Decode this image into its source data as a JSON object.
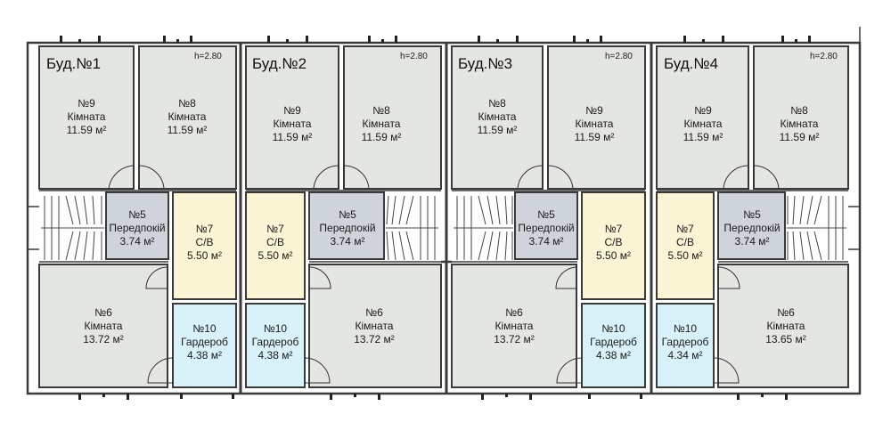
{
  "ceiling_label": "h=2.80",
  "colors": {
    "room_fill": "#e3e6e1",
    "bath_fill": "#fbf5d6",
    "wardrobe_fill": "#d9f1f8",
    "hall_fill": "#cfd4da",
    "wall": "#3a3a3a"
  },
  "buildings": [
    {
      "name": "Буд.№1",
      "rooms": {
        "top_left": {
          "num": "№9",
          "type": "Кімната",
          "area": "11.59 м²"
        },
        "top_right": {
          "num": "№8",
          "type": "Кімната",
          "area": "11.59 м²"
        },
        "hall": {
          "num": "№5",
          "type": "Передпокій",
          "area": "3.74 м²"
        },
        "bath": {
          "num": "№7",
          "type": "С/В",
          "area": "5.50 м²"
        },
        "big": {
          "num": "№6",
          "type": "Кімната",
          "area": "13.72 м²"
        },
        "wardrobe": {
          "num": "№10",
          "type": "Гардероб",
          "area": "4.38 м²"
        }
      }
    },
    {
      "name": "Буд.№2",
      "rooms": {
        "top_left": {
          "num": "№9",
          "type": "Кімната",
          "area": "11.59 м²"
        },
        "top_right": {
          "num": "№8",
          "type": "Кімната",
          "area": "11.59 м²"
        },
        "hall": {
          "num": "№5",
          "type": "Передпокій",
          "area": "3.74 м²"
        },
        "bath": {
          "num": "№7",
          "type": "С/В",
          "area": "5.50 м²"
        },
        "big": {
          "num": "№6",
          "type": "Кімната",
          "area": "13.72 м²"
        },
        "wardrobe": {
          "num": "№10",
          "type": "Гардероб",
          "area": "4.38 м²"
        }
      }
    },
    {
      "name": "Буд.№3",
      "rooms": {
        "top_left": {
          "num": "№8",
          "type": "Кімната",
          "area": "11.59 м²"
        },
        "top_right": {
          "num": "№9",
          "type": "Кімната",
          "area": "11.59 м²"
        },
        "hall": {
          "num": "№5",
          "type": "Передпокій",
          "area": "3.74 м²"
        },
        "bath": {
          "num": "№7",
          "type": "С/В",
          "area": "5.50 м²"
        },
        "big": {
          "num": "№6",
          "type": "Кімната",
          "area": "13.72 м²"
        },
        "wardrobe": {
          "num": "№10",
          "type": "Гардероб",
          "area": "4.38 м²"
        }
      }
    },
    {
      "name": "Буд.№4",
      "rooms": {
        "top_left": {
          "num": "№9",
          "type": "Кімната",
          "area": "11.59 м²"
        },
        "top_right": {
          "num": "№8",
          "type": "Кімната",
          "area": "11.59 м²"
        },
        "hall": {
          "num": "№5",
          "type": "Передпокій",
          "area": "3.74 м²"
        },
        "bath": {
          "num": "№7",
          "type": "С/В",
          "area": "5.50 м²"
        },
        "big": {
          "num": "№6",
          "type": "Кімната",
          "area": "13.65 м²"
        },
        "wardrobe": {
          "num": "№10",
          "type": "Гардероб",
          "area": "4.34 м²"
        }
      }
    }
  ]
}
